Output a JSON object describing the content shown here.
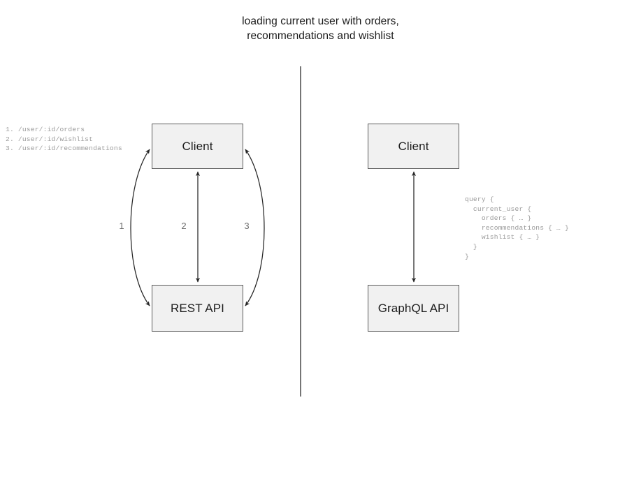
{
  "title": "loading current user with orders,\nrecommendations and wishlist",
  "divider": {
    "label": "comparison-divider"
  },
  "rest_side": {
    "client_label": "Client",
    "api_label": "REST API",
    "endpoints": "1. /user/:id/orders\n2. /user/:id/wishlist\n3. /user/:id/recommendations",
    "edge_labels": [
      "1",
      "2",
      "3"
    ]
  },
  "graphql_side": {
    "client_label": "Client",
    "api_label": "GraphQL API",
    "query": "query {\n  current_user {\n    orders { … }\n    recommendations { … }\n    wishlist { … }\n  }\n}"
  },
  "colors": {
    "background": "#ffffff",
    "node_fill": "#f1f1f1",
    "node_border": "#5c5c5c",
    "edge_stroke": "#262626",
    "divider": "#757575",
    "code_text": "#9a9a9a",
    "title_text": "#1a1a1a",
    "edge_label_text": "#6d6d6d"
  }
}
